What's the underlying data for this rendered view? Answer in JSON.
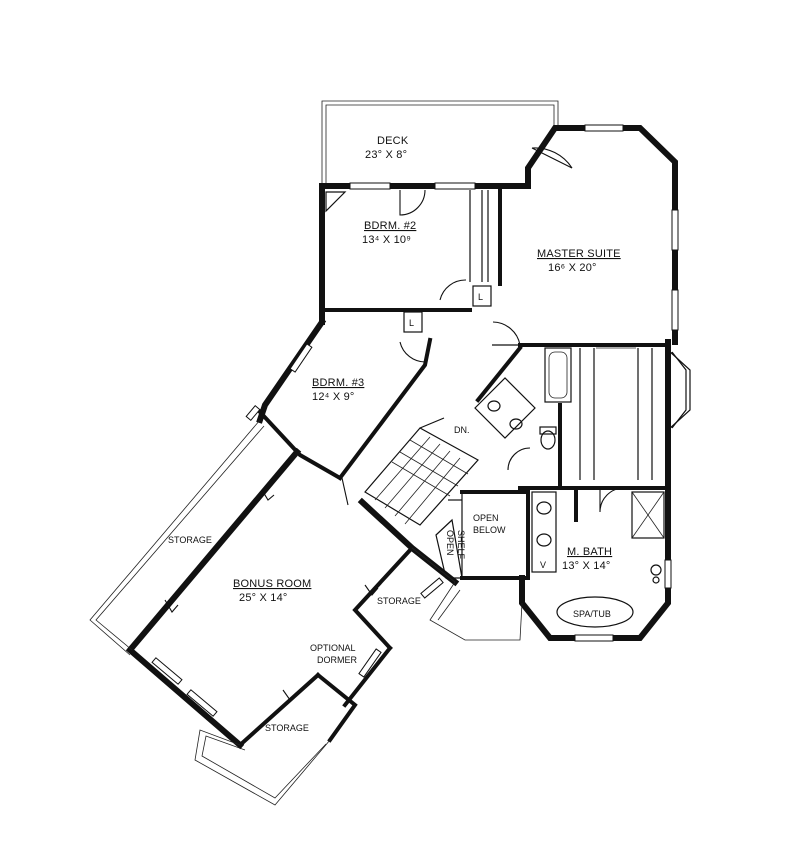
{
  "rooms": {
    "deck": {
      "name": "DECK",
      "dims": "23° X 8°"
    },
    "bdrm2": {
      "name": "BDRM. #2",
      "dims": "13⁴ X 10⁹"
    },
    "master": {
      "name": "MASTER SUITE",
      "dims": "16⁶ X 20°"
    },
    "bdrm3": {
      "name": "BDRM. #3",
      "dims": "12⁴ X 9°"
    },
    "bonus": {
      "name": "BONUS ROOM",
      "dims": "25° X 14°"
    },
    "mbath": {
      "name": "M. BATH",
      "dims": "13° X 14°"
    }
  },
  "labels": {
    "dn": "DN.",
    "storage_left": "STORAGE",
    "storage_mid": "STORAGE",
    "storage_bottom": "STORAGE",
    "open_below_1": "OPEN",
    "open_below_2": "BELOW",
    "open_shelf_1": "OPEN",
    "open_shelf_2": "SHELF",
    "optional_1": "OPTIONAL",
    "optional_2": "DORMER",
    "spa_tub": "SPA/TUB",
    "linen_1": "L",
    "linen_2": "L",
    "vanity": "V"
  }
}
